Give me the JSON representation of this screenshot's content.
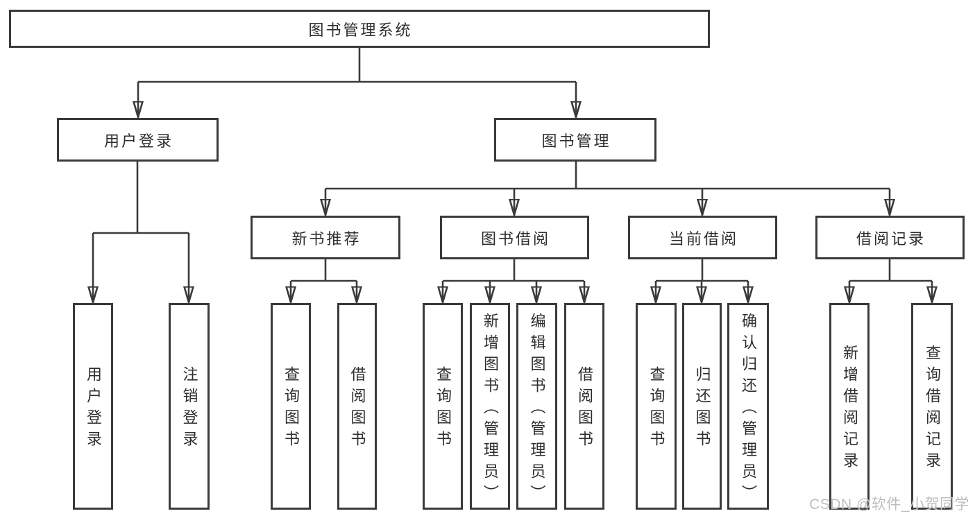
{
  "nodes": {
    "root": "图书管理系统",
    "user_login": "用户登录",
    "book_management": "图书管理",
    "new_book_recommendation": "新书推荐",
    "book_borrowing": "图书借阅",
    "current_borrowing": "当前借阅",
    "borrowing_records": "借阅记录",
    "leaf_user_login": "用户登录",
    "leaf_logout": "注销登录",
    "leaf_query_books_recommend": "查询图书",
    "leaf_borrow_books_recommend": "借阅图书",
    "leaf_query_books_borrow": "查询图书",
    "leaf_add_books_admin": "新增图书（管理员）",
    "leaf_edit_books_admin": "编辑图书（管理员）",
    "leaf_borrow_books_borrow": "借阅图书",
    "leaf_query_books_current": "查询图书",
    "leaf_return_books": "归还图书",
    "leaf_confirm_return_admin": "确认归还（管理员）",
    "leaf_add_borrow_record": "新增借阅记录",
    "leaf_query_borrow_record": "查询借阅记录"
  },
  "hierarchy": {
    "图书管理系统": {
      "用户登录": [
        "用户登录",
        "注销登录"
      ],
      "图书管理": {
        "新书推荐": [
          "查询图书",
          "借阅图书"
        ],
        "图书借阅": [
          "查询图书",
          "新增图书（管理员）",
          "编辑图书（管理员）",
          "借阅图书"
        ],
        "当前借阅": [
          "查询图书",
          "归还图书",
          "确认归还（管理员）"
        ],
        "借阅记录": [
          "新增借阅记录",
          "查询借阅记录"
        ]
      }
    }
  },
  "watermark": {
    "text": "CSDN @软件_小贺同学"
  },
  "colors": {
    "line": "#3a3a3a",
    "text": "#2e2e2e",
    "watermark": "#bfbebe",
    "background": "#ffffff"
  }
}
